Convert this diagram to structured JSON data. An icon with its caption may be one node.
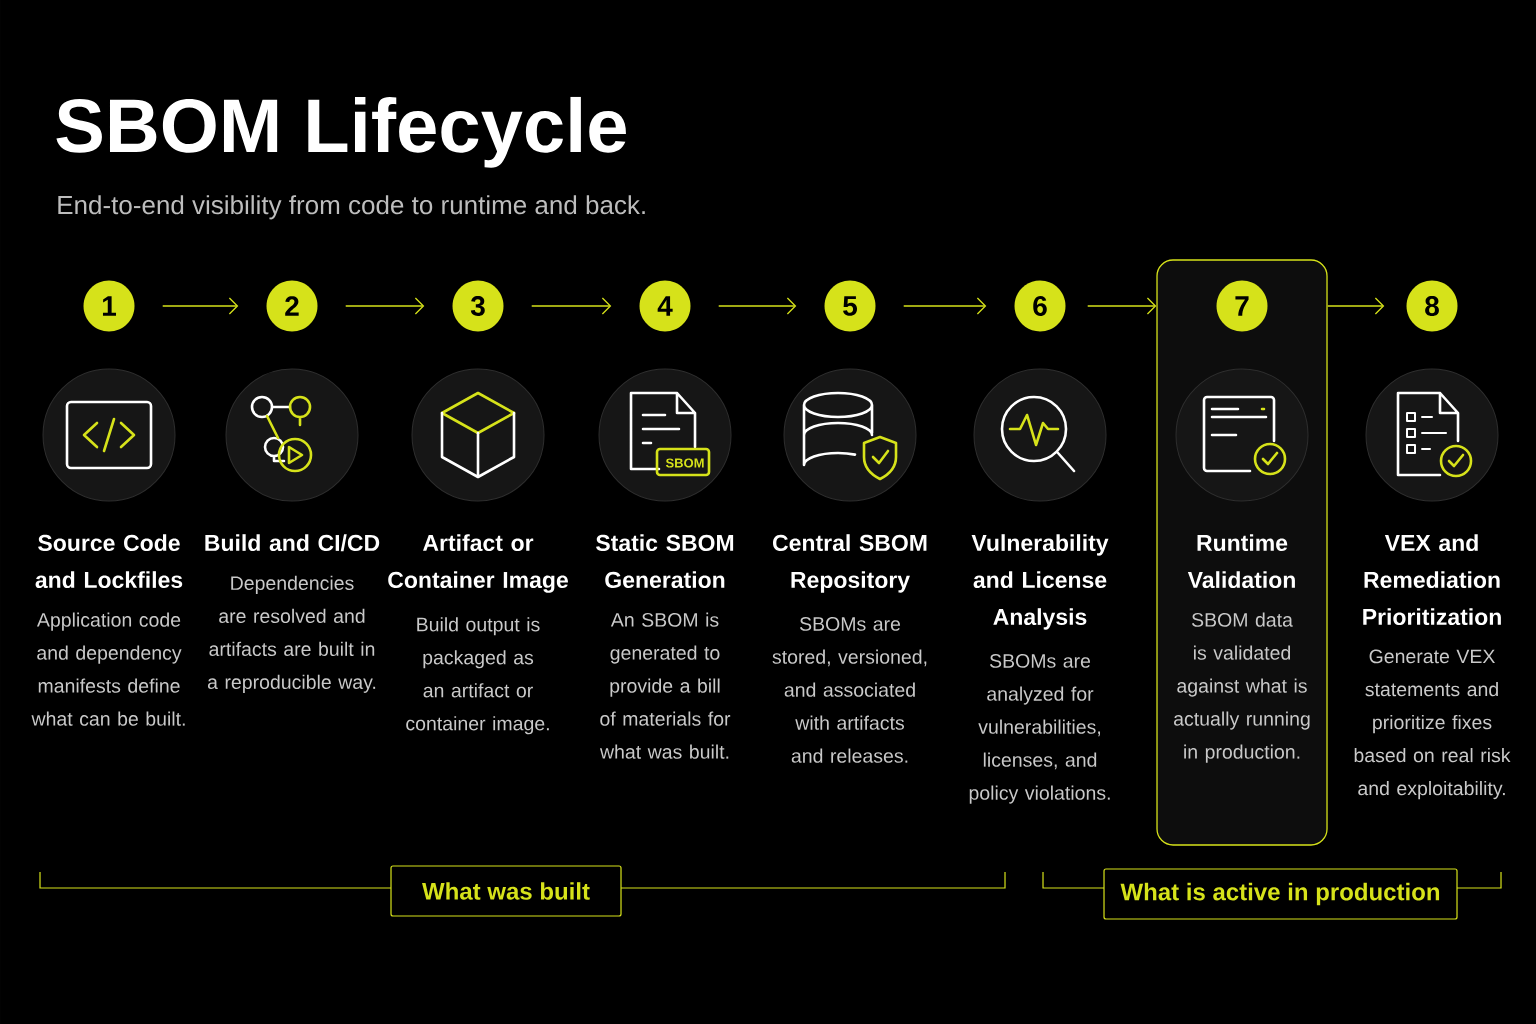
{
  "diagram": {
    "title": "SBOM Lifecycle",
    "nodes": [
      {
        "text": [
          "1"
        ],
        "beside": [
          "Source Code and Lockfiles",
          "Application code and dependency manifests define what can be built."
        ]
      },
      {
        "text": [
          "2"
        ],
        "beside": [
          "Build and CI/CD",
          "Dependencies are resolved and artifacts are built in a reproducible way."
        ]
      },
      {
        "text": [
          "3"
        ],
        "beside": [
          "Artifact or Container Image",
          "Build output is packaged as an artifact or container image."
        ]
      },
      {
        "text": [
          "4"
        ],
        "beside": [
          "Static SBOM Generation",
          "An SBOM is generated to provide a bill of materials for what was built."
        ]
      },
      {
        "text": [
          "5"
        ],
        "beside": [
          "Central SBOM Repository",
          "SBOMs are stored, versioned, and associated with artifacts and releases."
        ]
      },
      {
        "text": [
          "6"
        ],
        "beside": [
          "Vulnerability and License Analysis",
          "SBOMs are analyzed for vulnerabilities, licenses, and policy violations."
        ]
      },
      {
        "text": [],
        "shape": "box"
      },
      {
        "text": [
          "7"
        ],
        "in": 6,
        "beside": [
          "Runtime Validation",
          "SBOM data is validated against what is actually running in production."
        ]
      },
      {
        "text": [
          "8"
        ],
        "beside": [
          "VEX and Remediation Prioritization",
          "Generate VEX statements and prioritize fixes based on real risk and exploitability."
        ]
      }
    ],
    "edges": [
      {
        "from": 0,
        "to": 1,
        "arrow": "to"
      },
      {
        "from": 1,
        "to": 2,
        "arrow": "to"
      },
      {
        "from": 2,
        "to": 3,
        "arrow": "to"
      },
      {
        "from": 3,
        "to": 4,
        "arrow": "to"
      },
      {
        "from": 4,
        "to": 5,
        "arrow": "to"
      },
      {
        "from": 5,
        "to": 6,
        "arrow": "to"
      },
      {
        "from": 6,
        "to": 8,
        "arrow": "to"
      }
    ],
    "labels": [
      "End-to-end visibility from code to runtime and back.",
      "SBOM",
      "What was built",
      "What is active in production"
    ]
  }
}
